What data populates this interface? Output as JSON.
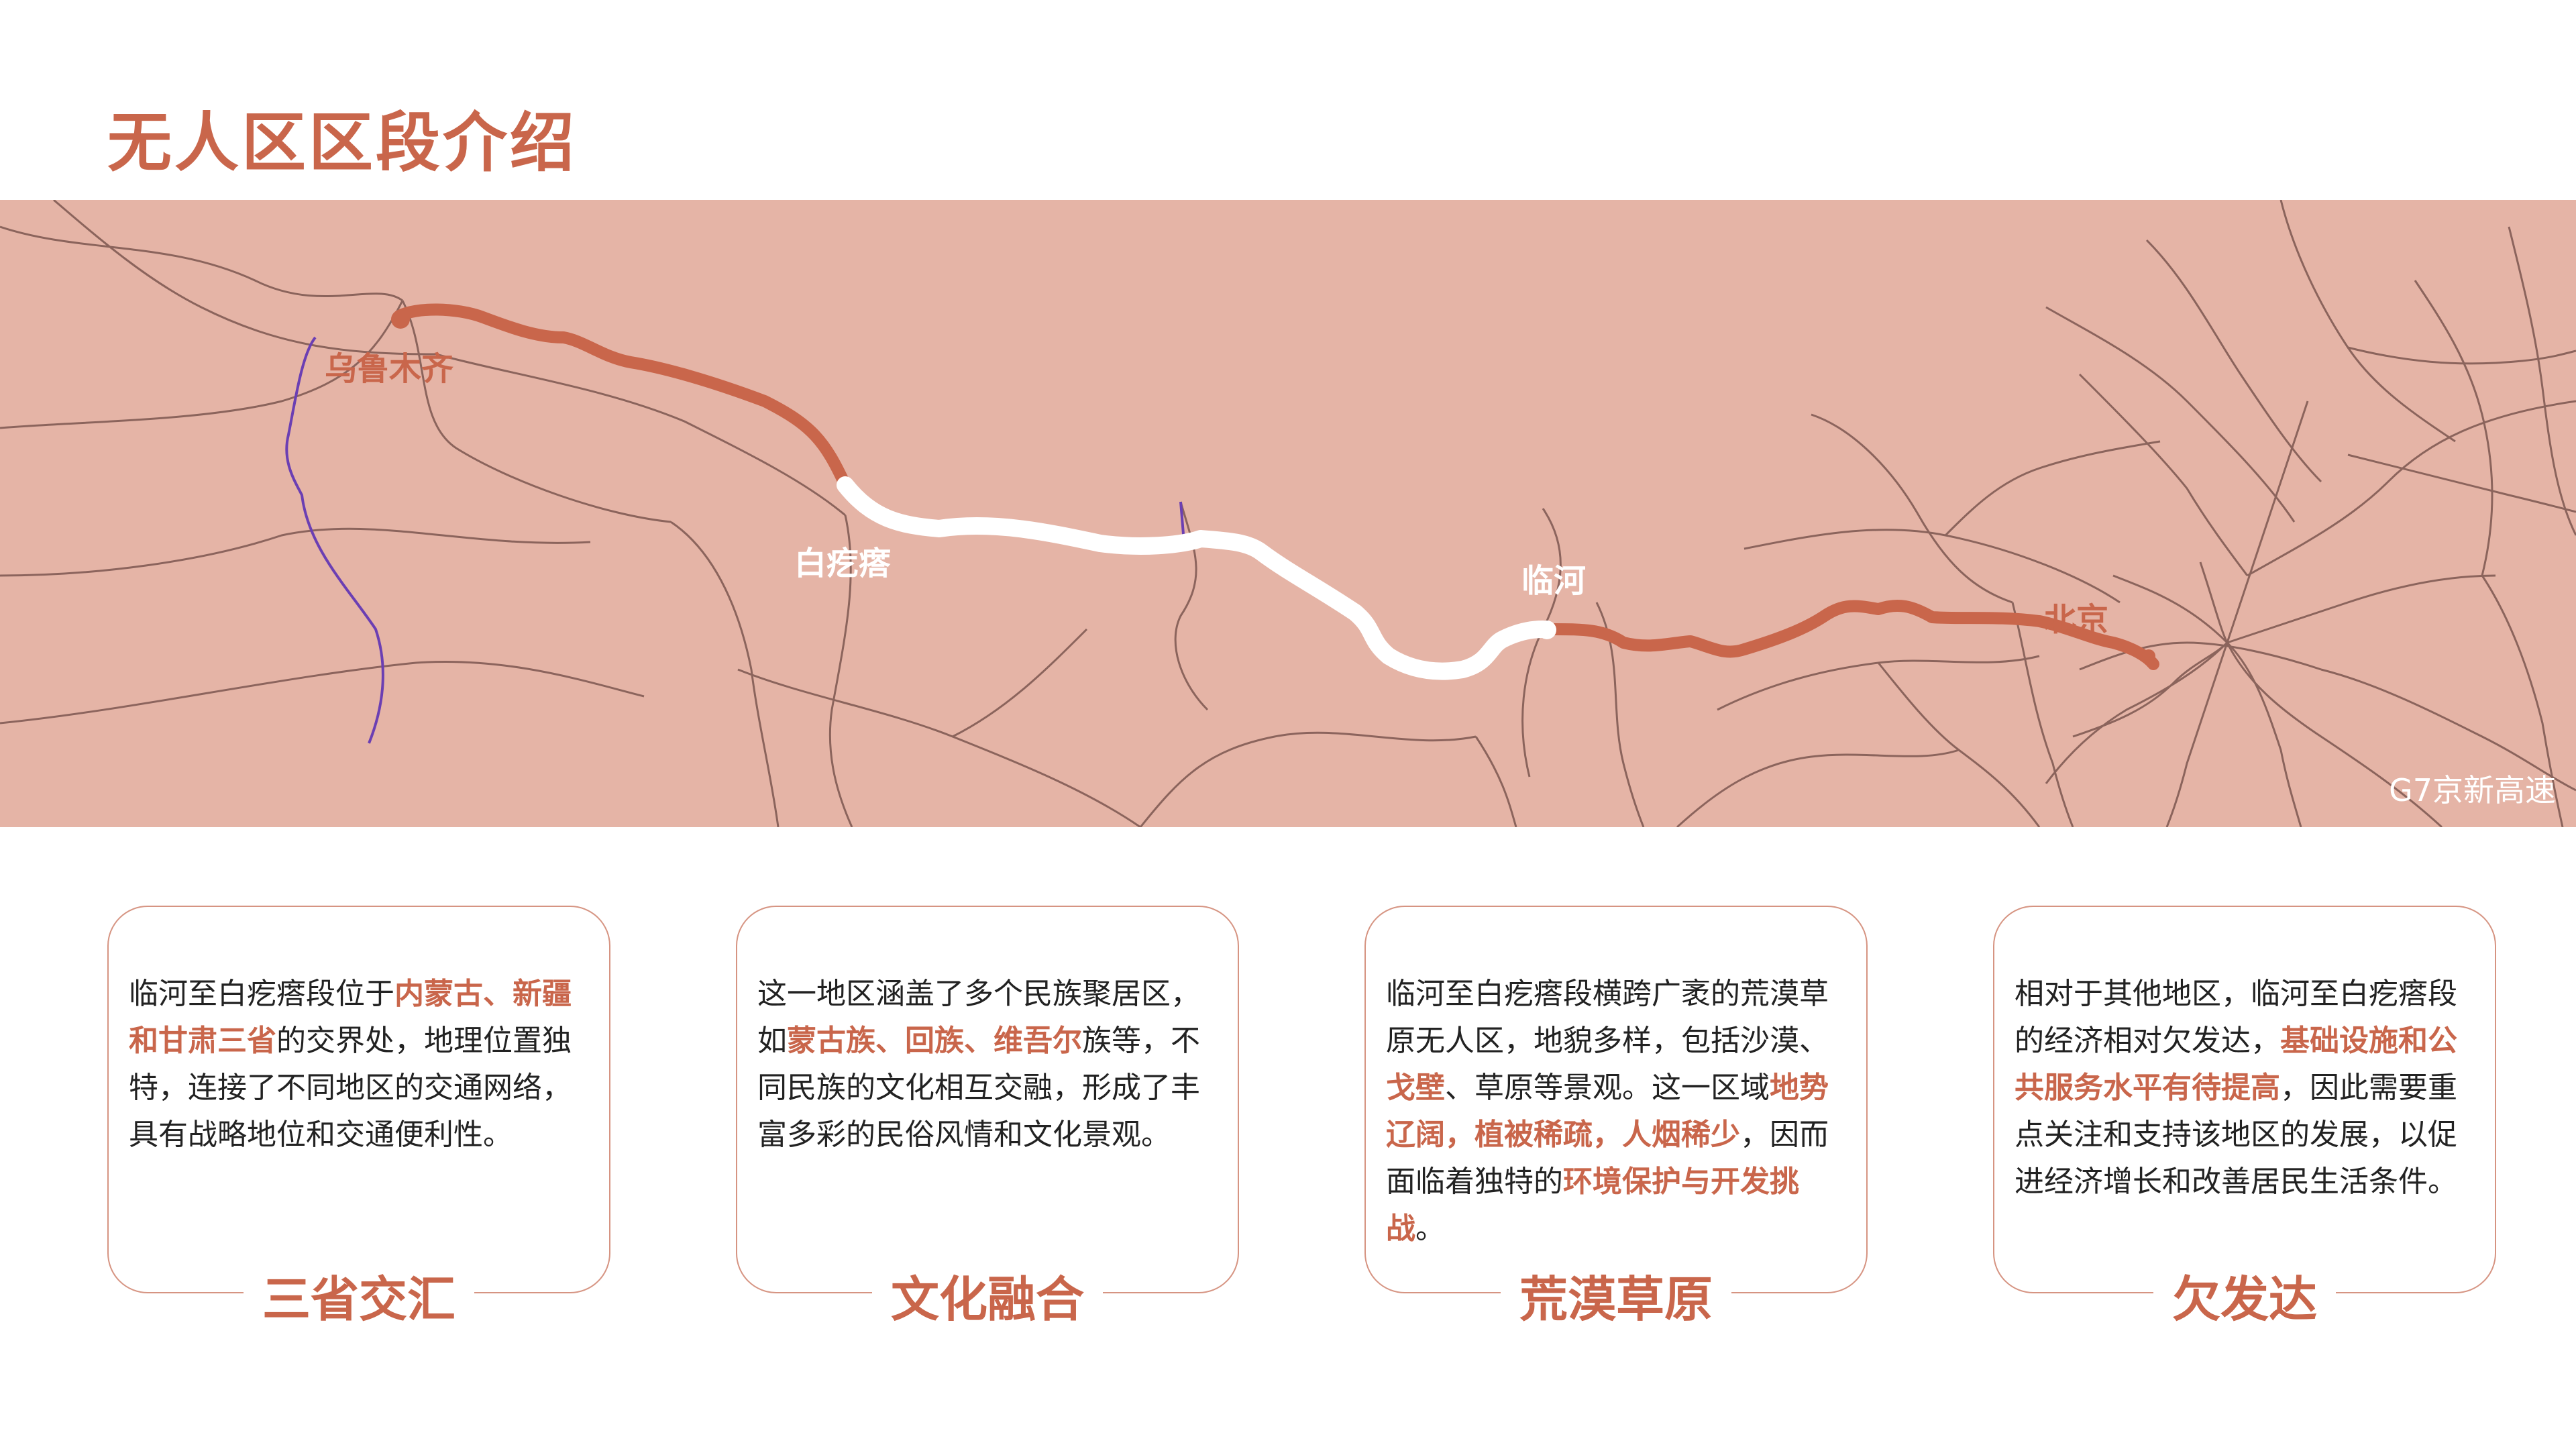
{
  "page": {
    "title": "无人区区段介绍"
  },
  "map": {
    "cities": [
      {
        "name": "乌鲁木齐",
        "color": "orange"
      },
      {
        "name": "白疙瘩",
        "color": "white"
      },
      {
        "name": "临河",
        "color": "white"
      },
      {
        "name": "北京",
        "color": "orange"
      }
    ],
    "caption": "G7京新高速",
    "colors": {
      "route_main": "#c9664b",
      "route_highlight": "#ffffff",
      "background": "#e5b4a6",
      "boundary": "#6b3fb3",
      "roads": "#6e4a44"
    }
  },
  "cards": [
    {
      "title": "三省交汇",
      "segments": [
        {
          "text": "临河至白疙瘩段位于",
          "hl": false
        },
        {
          "text": "内蒙古、新疆和甘肃三省",
          "hl": true
        },
        {
          "text": "的交界处，地理位置独特，连接了不同地区的交通网络，具有战略地位和交通便利性。",
          "hl": false
        }
      ]
    },
    {
      "title": "文化融合",
      "segments": [
        {
          "text": "这一地区涵盖了多个民族聚居区，如",
          "hl": false
        },
        {
          "text": "蒙古族、回族、维吾尔",
          "hl": true
        },
        {
          "text": "族等，不同民族的文化相互交融，形成了丰富多彩的民俗风情和文化景观。",
          "hl": false
        }
      ]
    },
    {
      "title": "荒漠草原",
      "segments": [
        {
          "text": "临河至白疙瘩段横跨广袤的荒漠草原无人区，地貌多样，包括沙漠、",
          "hl": false
        },
        {
          "text": "戈壁",
          "hl": true
        },
        {
          "text": "、草原等景观。这一区域",
          "hl": false
        },
        {
          "text": "地势辽阔，植被稀疏，人烟稀少",
          "hl": true
        },
        {
          "text": "，因而面临着独特的",
          "hl": false
        },
        {
          "text": "环境保护与开发挑战",
          "hl": true
        },
        {
          "text": "。",
          "hl": false
        }
      ]
    },
    {
      "title": "欠发达",
      "segments": [
        {
          "text": "相对于其他地区，临河至白疙瘩段的经济相对欠发达，",
          "hl": false
        },
        {
          "text": "基础设施和公共服务水平有待提高",
          "hl": true
        },
        {
          "text": "，因此需要重点关注和支持该地区的发展，以促进经济增长和改善居民生活条件。",
          "hl": false
        }
      ]
    }
  ]
}
